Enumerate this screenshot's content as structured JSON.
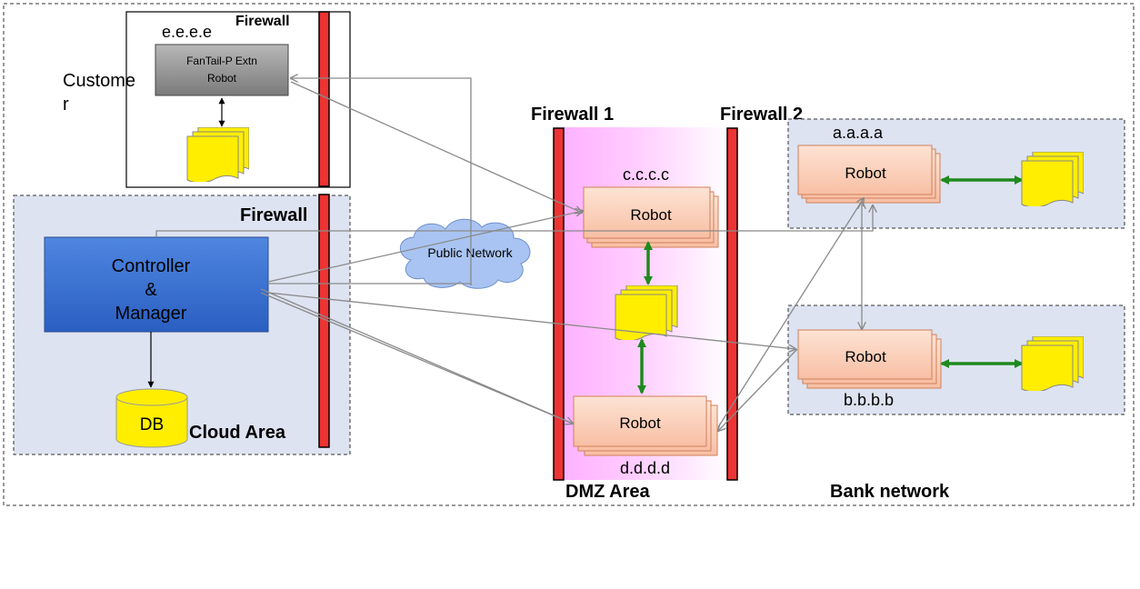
{
  "labels": {
    "customer": [
      "Custome",
      "r"
    ],
    "customer_ip": "e.e.e.e",
    "customer_firewall": "Firewall",
    "fantail_robot": [
      "FanTail-P Extn",
      "Robot"
    ],
    "cloud_firewall": "Firewall",
    "controller": [
      "Controller",
      "&",
      "Manager"
    ],
    "db": "DB",
    "cloud_area": "Cloud Area",
    "public_network": "Public Network",
    "firewall_1": "Firewall 1",
    "firewall_2": "Firewall 2",
    "dmz_robot_top_ip": "c.c.c.c",
    "dmz_robot_top": "Robot",
    "dmz_robot_bottom": "Robot",
    "dmz_robot_bottom_ip": "d.d.d.d",
    "dmz_area": "DMZ Area",
    "bank_robot_top_ip": "a.a.a.a",
    "bank_robot_top": "Robot",
    "bank_robot_bottom": "Robot",
    "bank_robot_bottom_ip": "b.b.b.b",
    "bank_network": "Bank network"
  },
  "colors": {
    "firewall": "#ee3333",
    "zone_fill": "#dde3f1",
    "robot_fill": "#fbd0b9",
    "robot_border": "#d0805a",
    "controller_top": "#4f86e0",
    "controller_bottom": "#2a5fc2",
    "doc_fill": "#ffee00",
    "db_fill": "#ffee00",
    "green_link": "#1e8a1e",
    "dmz_pink": "#ff99ff",
    "cloud_fill": "#a9c4f2"
  }
}
